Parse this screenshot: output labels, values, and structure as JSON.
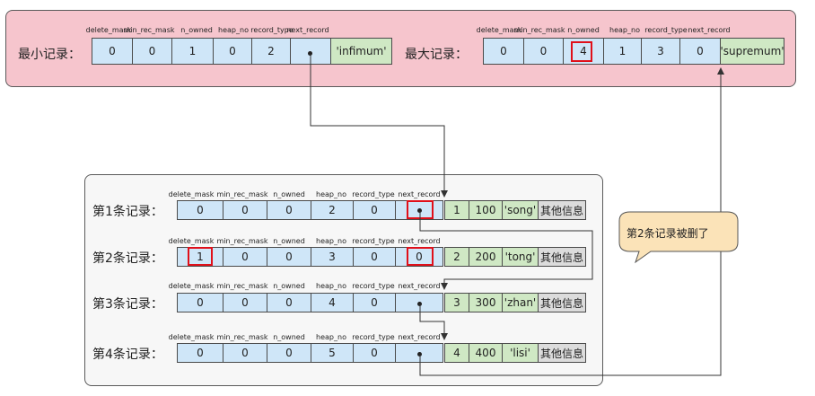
{
  "headers": [
    "delete_mask",
    "min_rec_mask",
    "n_owned",
    "heap_no",
    "record_type",
    "next_record"
  ],
  "min_record": {
    "label": "最小记录：",
    "values": [
      "0",
      "0",
      "1",
      "0",
      "2"
    ],
    "name": "'infimum'"
  },
  "max_record": {
    "label": "最大记录：",
    "values": [
      "0",
      "0",
      "4",
      "1",
      "3",
      "0"
    ],
    "name": "'supremum'"
  },
  "records": [
    {
      "label": "第1条记录：",
      "values": [
        "0",
        "0",
        "0",
        "2",
        "0"
      ],
      "id": "1",
      "num": "100",
      "name": "'song'",
      "info": "其他信息"
    },
    {
      "label": "第2条记录：",
      "values": [
        "1",
        "0",
        "0",
        "3",
        "0"
      ],
      "next": "0",
      "id": "2",
      "num": "200",
      "name": "'tong'",
      "info": "其他信息"
    },
    {
      "label": "第3条记录：",
      "values": [
        "0",
        "0",
        "0",
        "4",
        "0"
      ],
      "id": "3",
      "num": "300",
      "name": "'zhan'",
      "info": "其他信息"
    },
    {
      "label": "第4条记录：",
      "values": [
        "0",
        "0",
        "0",
        "5",
        "0"
      ],
      "id": "4",
      "num": "400",
      "name": "'lisi'",
      "info": "其他信息"
    }
  ],
  "callout": "第2条记录被删了",
  "colors": {
    "highlight": "#e0101a",
    "field": "#cfe6f8",
    "key": "#cfe8c4",
    "top_panel": "#f6c5cd"
  }
}
